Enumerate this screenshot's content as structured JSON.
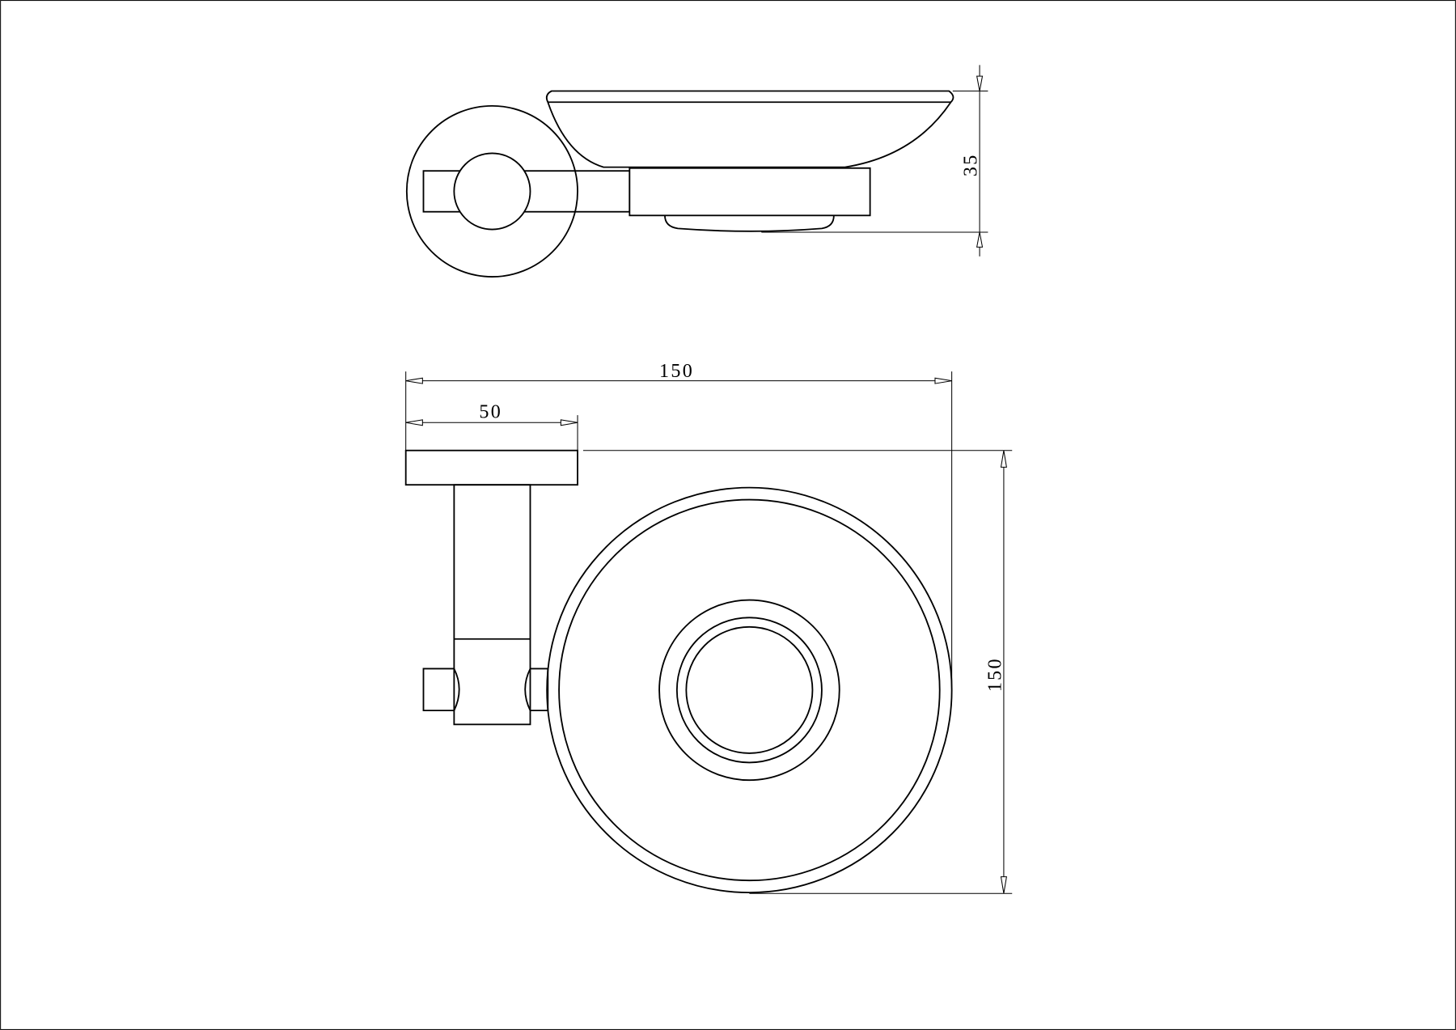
{
  "drawing": {
    "dimensions": {
      "height_side": "35",
      "overall_width": "150",
      "mount_width": "50",
      "overall_depth": "150"
    },
    "colors": {
      "line": "#000000",
      "background": "#ffffff"
    }
  }
}
